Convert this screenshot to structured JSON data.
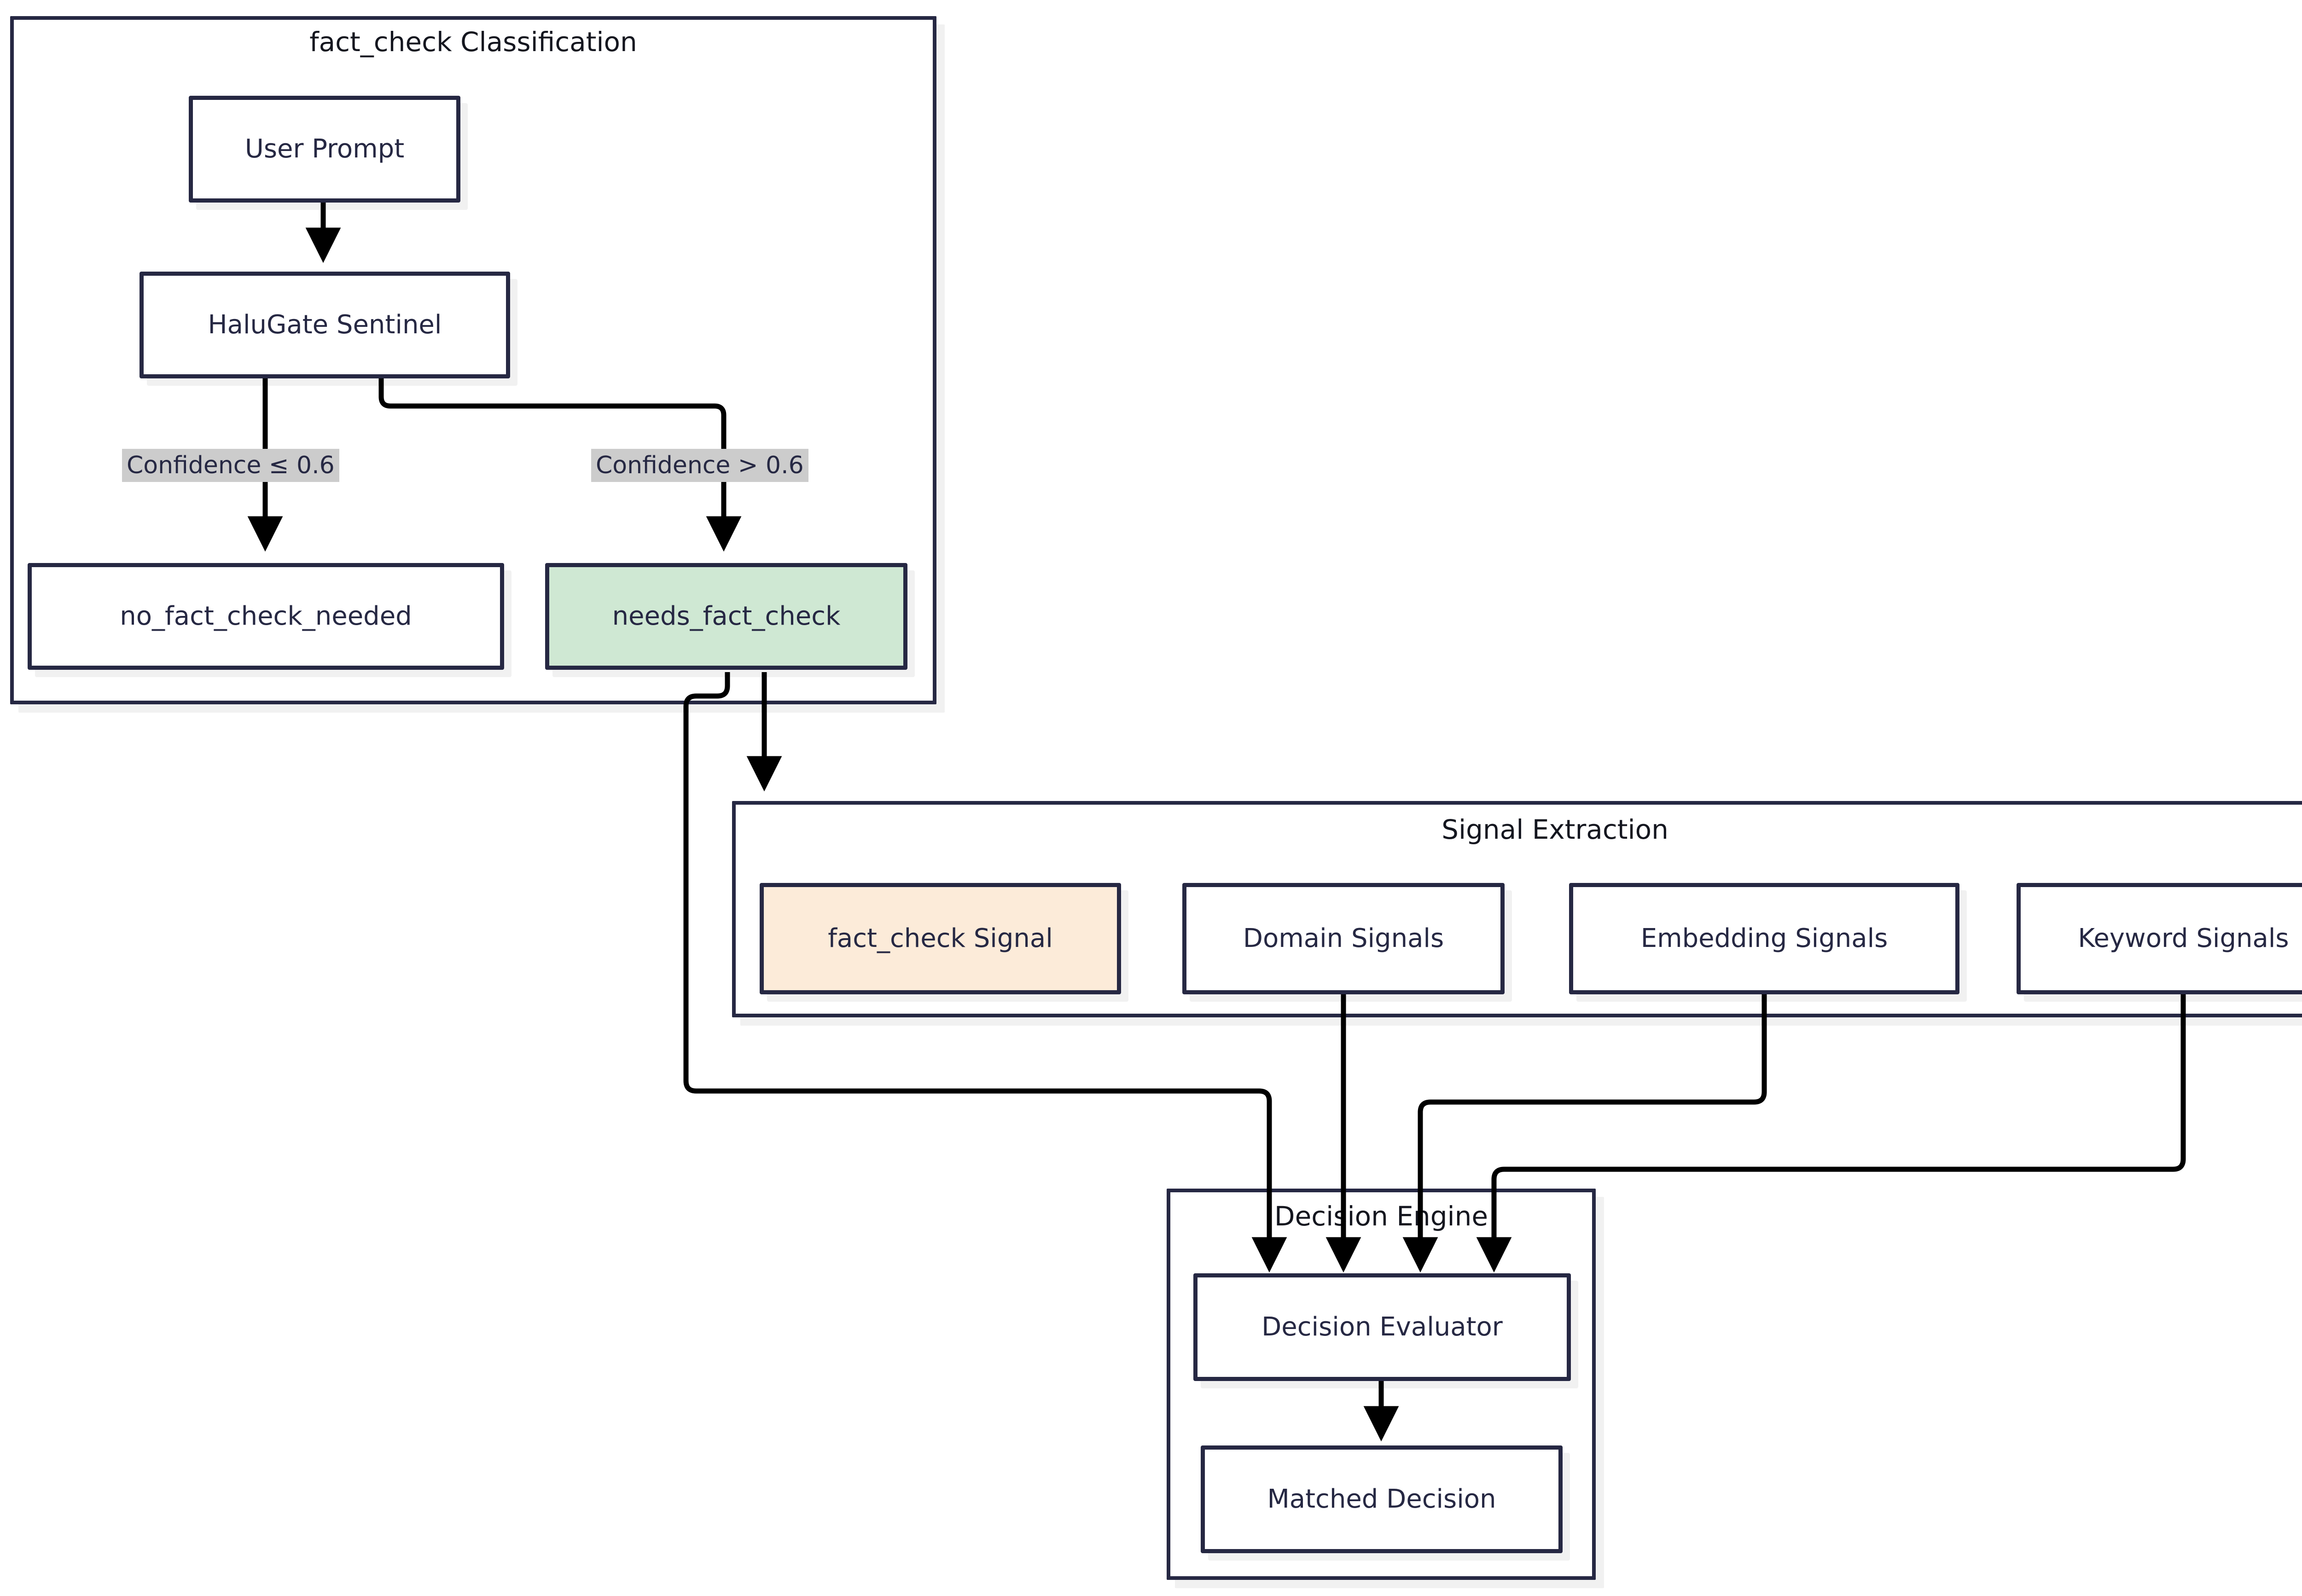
{
  "diagram": {
    "type": "flowchart",
    "direction": "top-down",
    "theme": {
      "background": "#ffffff",
      "stroke": "#262843",
      "node_fill": "#ffffff",
      "highlight_green": "#cfe8d3",
      "highlight_orange": "#fcebd9",
      "edge_label_fill": "#cccccc",
      "edge_stroke": "#000000",
      "shadow": "#efefef"
    },
    "clusters": [
      {
        "id": "fact-check-classification",
        "title": "fact_check Classification"
      },
      {
        "id": "signal-extraction",
        "title": "Signal Extraction"
      },
      {
        "id": "decision-engine",
        "title": "Decision Engine"
      }
    ],
    "nodes": [
      {
        "id": "user-prompt",
        "label": "User Prompt",
        "style": "default"
      },
      {
        "id": "halugate-sentinel",
        "label": "HaluGate Sentinel",
        "style": "default"
      },
      {
        "id": "no-fact-check-needed",
        "label": "no_fact_check_needed",
        "style": "default"
      },
      {
        "id": "needs-fact-check",
        "label": "needs_fact_check",
        "style": "green"
      },
      {
        "id": "fact-check-signal",
        "label": "fact_check Signal",
        "style": "orange"
      },
      {
        "id": "domain-signals",
        "label": "Domain Signals",
        "style": "default"
      },
      {
        "id": "embedding-signals",
        "label": "Embedding Signals",
        "style": "default"
      },
      {
        "id": "keyword-signals",
        "label": "Keyword Signals",
        "style": "default"
      },
      {
        "id": "decision-evaluator",
        "label": "Decision Evaluator",
        "style": "default"
      },
      {
        "id": "matched-decision",
        "label": "Matched Decision",
        "style": "default"
      }
    ],
    "edge_labels": [
      {
        "id": "confidence-low",
        "label": "Confidence ≤ 0.6"
      },
      {
        "id": "confidence-high",
        "label": "Confidence > 0.6"
      }
    ],
    "edges": [
      {
        "from": "user-prompt",
        "to": "halugate-sentinel",
        "label": ""
      },
      {
        "from": "halugate-sentinel",
        "to": "no-fact-check-needed",
        "label": "Confidence ≤ 0.6"
      },
      {
        "from": "halugate-sentinel",
        "to": "needs-fact-check",
        "label": "Confidence > 0.6"
      },
      {
        "from": "needs-fact-check",
        "to": "signal-extraction",
        "label": ""
      },
      {
        "from": "needs-fact-check",
        "to": "decision-evaluator",
        "label": ""
      },
      {
        "from": "domain-signals",
        "to": "decision-evaluator",
        "label": ""
      },
      {
        "from": "embedding-signals",
        "to": "decision-evaluator",
        "label": ""
      },
      {
        "from": "keyword-signals",
        "to": "decision-evaluator",
        "label": ""
      },
      {
        "from": "decision-evaluator",
        "to": "matched-decision",
        "label": ""
      }
    ]
  }
}
